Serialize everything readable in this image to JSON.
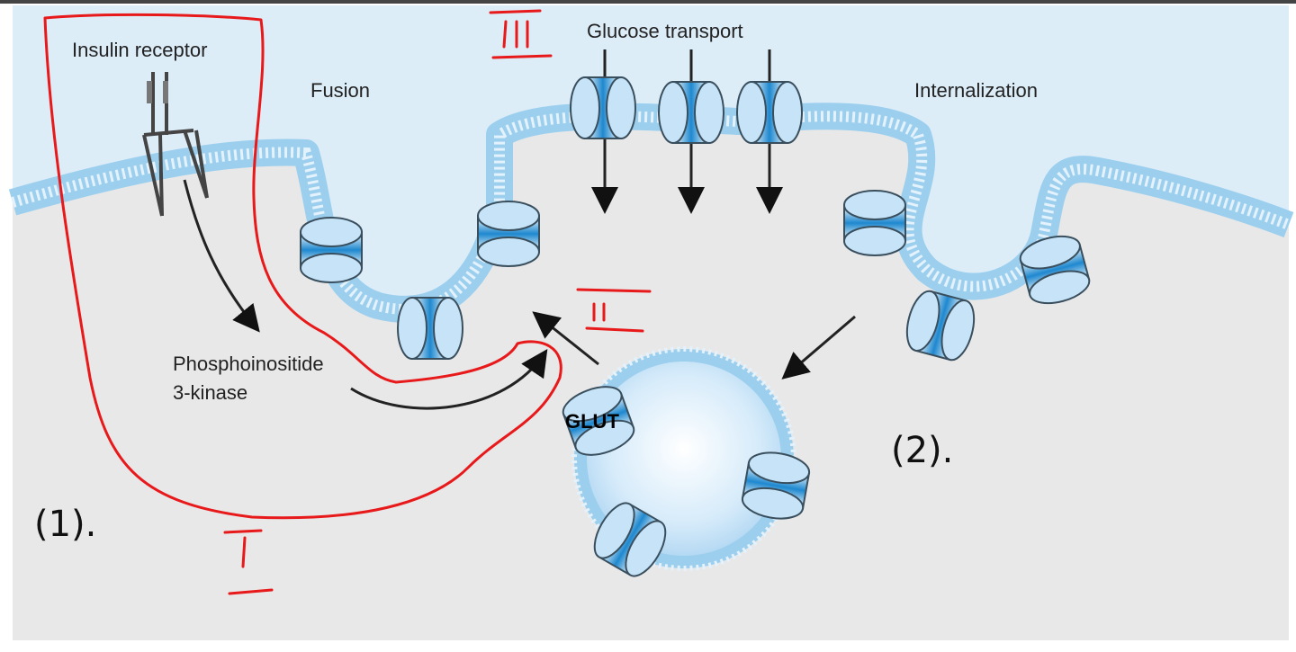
{
  "labels": {
    "insulin_receptor": "Insulin receptor",
    "fusion": "Fusion",
    "glucose_transport": "Glucose transport",
    "internalization": "Internalization",
    "pi3k_line1": "Phosphoinositide",
    "pi3k_line2": "3-kinase",
    "glut": "GLUT",
    "step1": "(1).",
    "step2": "(2)."
  },
  "handwritten_marks": {
    "one": "I",
    "two": "II",
    "three": "III"
  },
  "colors": {
    "extracellular": "#dcedf8",
    "cytoplasm": "#e8e8e8",
    "membrane": "#a8d4f0",
    "transporter": "#c6e3f7",
    "transporter_core": "#2a8fd0",
    "annotation_red": "#e8191a"
  }
}
